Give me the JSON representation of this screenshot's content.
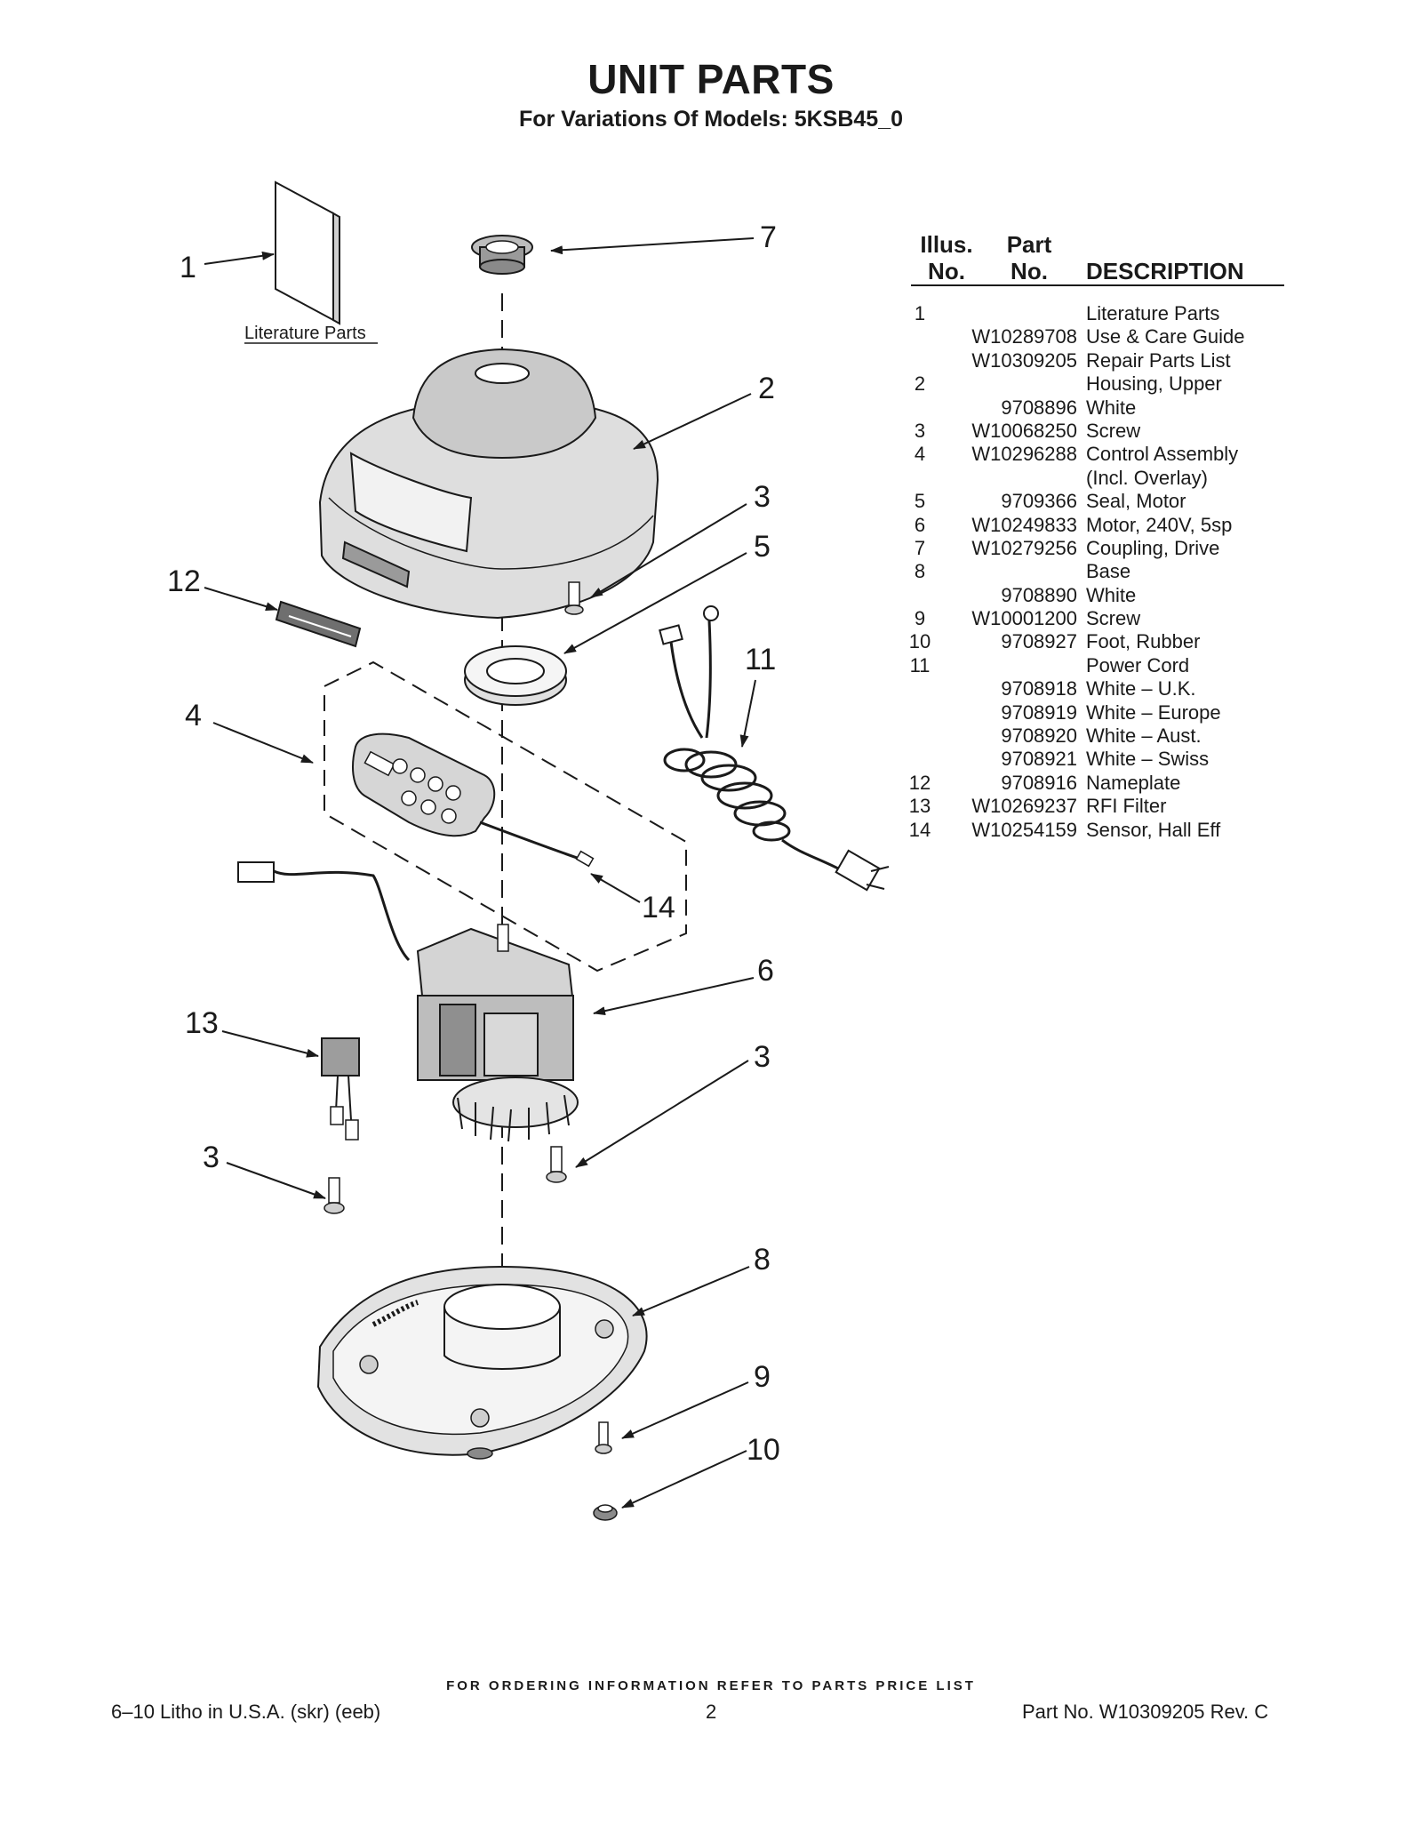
{
  "header": {
    "title": "UNIT PARTS",
    "subtitle": "For Variations Of Models: 5KSB45_0"
  },
  "diagram": {
    "literature_label": "Literature Parts",
    "callouts": [
      "1",
      "7",
      "2",
      "3",
      "5",
      "12",
      "11",
      "4",
      "14",
      "6",
      "13",
      "3",
      "3",
      "8",
      "9",
      "10"
    ]
  },
  "parts_table": {
    "headers": {
      "illus_top": "Illus.",
      "illus_bottom": "No.",
      "part_top": "Part",
      "part_bottom": "No.",
      "description": "DESCRIPTION"
    },
    "rows": [
      {
        "illus": "1",
        "part": "",
        "desc": "Literature Parts"
      },
      {
        "illus": "",
        "part": "W10289708",
        "desc": "Use & Care Guide"
      },
      {
        "illus": "",
        "part": "W10309205",
        "desc": "Repair Parts List"
      },
      {
        "illus": "2",
        "part": "",
        "desc": "Housing, Upper"
      },
      {
        "illus": "",
        "part": "9708896",
        "desc": "White"
      },
      {
        "illus": "3",
        "part": "W10068250",
        "desc": "Screw"
      },
      {
        "illus": "4",
        "part": "W10296288",
        "desc": "Control Assembly"
      },
      {
        "illus": "",
        "part": "",
        "desc": "(Incl. Overlay)"
      },
      {
        "illus": "5",
        "part": "9709366",
        "desc": "Seal, Motor"
      },
      {
        "illus": "6",
        "part": "W10249833",
        "desc": "Motor, 240V, 5sp"
      },
      {
        "illus": "7",
        "part": "W10279256",
        "desc": "Coupling, Drive"
      },
      {
        "illus": "8",
        "part": "",
        "desc": "Base"
      },
      {
        "illus": "",
        "part": "9708890",
        "desc": "White"
      },
      {
        "illus": "9",
        "part": "W10001200",
        "desc": "Screw"
      },
      {
        "illus": "10",
        "part": "9708927",
        "desc": "Foot, Rubber"
      },
      {
        "illus": "11",
        "part": "",
        "desc": "Power Cord"
      },
      {
        "illus": "",
        "part": "9708918",
        "desc": "White – U.K."
      },
      {
        "illus": "",
        "part": "9708919",
        "desc": "White – Europe"
      },
      {
        "illus": "",
        "part": "9708920",
        "desc": "White – Aust."
      },
      {
        "illus": "",
        "part": "9708921",
        "desc": "White – Swiss"
      },
      {
        "illus": "12",
        "part": "9708916",
        "desc": "Nameplate"
      },
      {
        "illus": "13",
        "part": "W10269237",
        "desc": "RFI Filter"
      },
      {
        "illus": "14",
        "part": "W10254159",
        "desc": "Sensor, Hall Eff"
      }
    ]
  },
  "footer": {
    "ordering": "FOR ORDERING INFORMATION REFER TO PARTS PRICE LIST",
    "left": "6–10 Litho in U.S.A. (skr) (eeb)",
    "page": "2",
    "right": "Part No. W10309205 Rev. C"
  }
}
